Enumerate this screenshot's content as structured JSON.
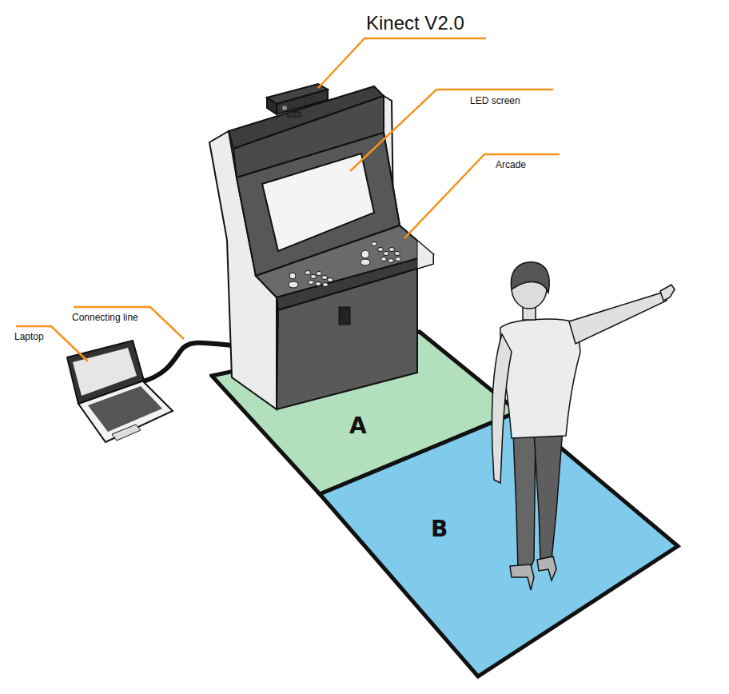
{
  "diagram": {
    "nodes": [
      {
        "text": [
          "A"
        ]
      },
      {
        "text": [
          "B"
        ]
      }
    ],
    "labels": [
      "Kinect V2.0",
      "LED screen",
      "Arcade",
      "Connecting line",
      "Laptop"
    ]
  }
}
